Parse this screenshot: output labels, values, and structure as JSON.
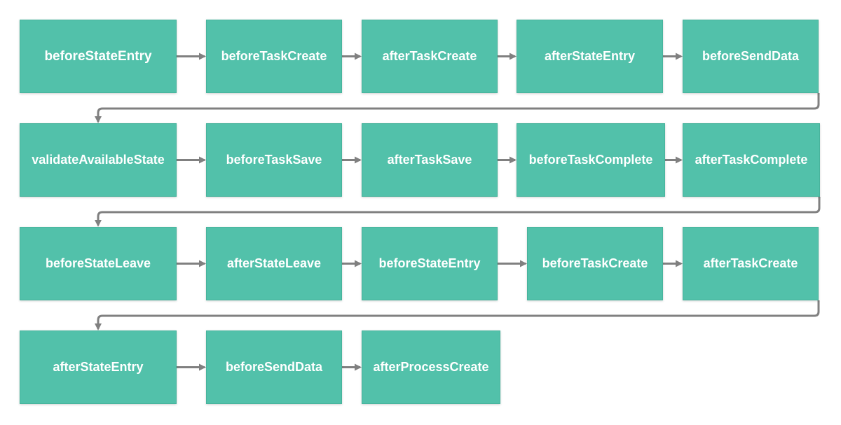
{
  "diagram": {
    "box_color": "#52c1aa",
    "border_color": "#47b39c",
    "text_color": "#ffffff",
    "connector_color": "#808080",
    "rows": [
      {
        "nodes": [
          {
            "label": "beforeStateEntry"
          },
          {
            "label": "beforeTaskCreate"
          },
          {
            "label": "afterTaskCreate"
          },
          {
            "label": "afterStateEntry"
          },
          {
            "label": "beforeSendData"
          }
        ]
      },
      {
        "nodes": [
          {
            "label": "validateAvailableState"
          },
          {
            "label": "beforeTaskSave"
          },
          {
            "label": "afterTaskSave"
          },
          {
            "label": "beforeTaskComplete"
          },
          {
            "label": "afterTaskComplete"
          }
        ]
      },
      {
        "nodes": [
          {
            "label": "beforeStateLeave"
          },
          {
            "label": "afterStateLeave"
          },
          {
            "label": "beforeStateEntry"
          },
          {
            "label": "beforeTaskCreate"
          },
          {
            "label": "afterTaskCreate"
          }
        ]
      },
      {
        "nodes": [
          {
            "label": "afterStateEntry"
          },
          {
            "label": "beforeSendData"
          },
          {
            "label": "afterProcessCreate"
          }
        ]
      }
    ]
  }
}
